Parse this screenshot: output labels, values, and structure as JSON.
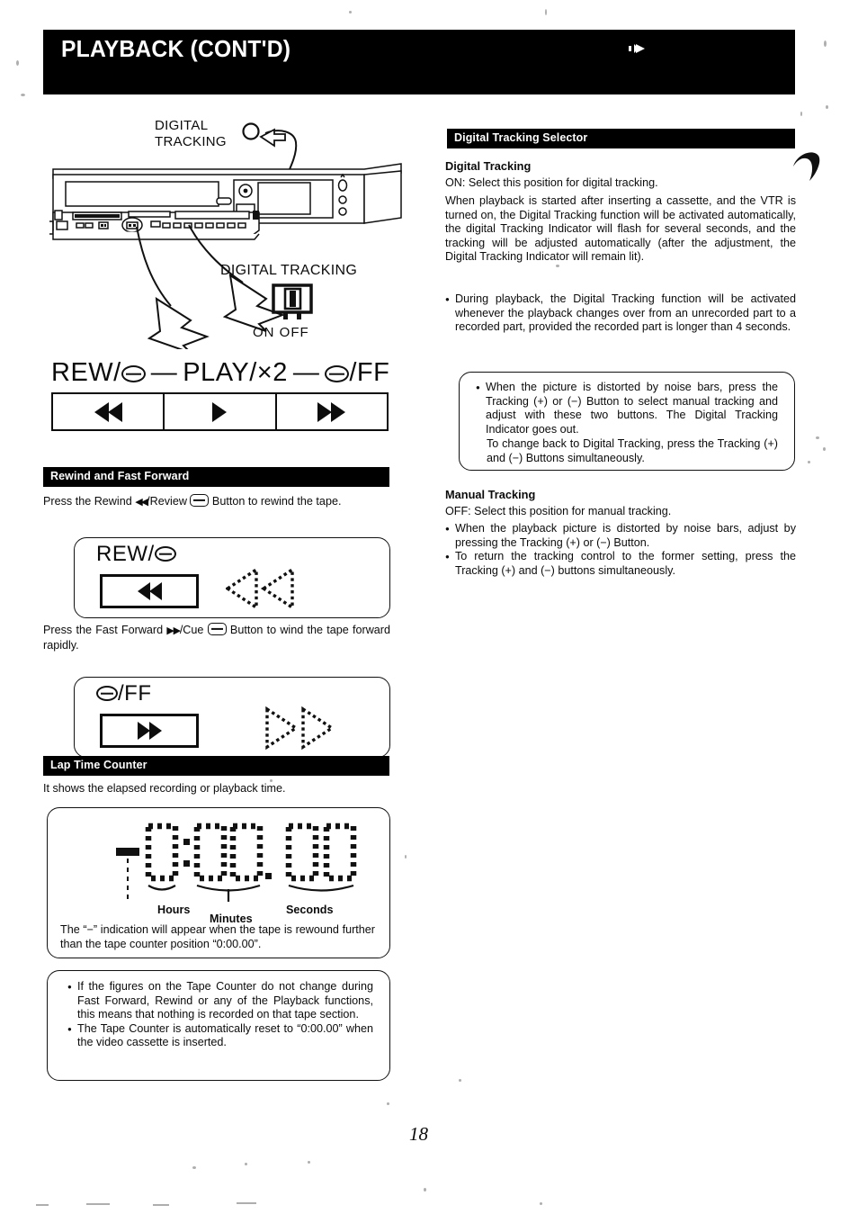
{
  "page": {
    "number": "18",
    "header_title": "PLAYBACK (CONT'D)",
    "header_mark": "▸▶"
  },
  "left_column": {
    "diagram": {
      "callout_top_line1": "DIGITAL",
      "callout_top_line2": "TRACKING",
      "switch_label": "DIGITAL TRACKING",
      "switch_on": "ON",
      "switch_off": "OFF",
      "switch_positions": "ON OFF"
    },
    "transport": {
      "label_rew": "REW/",
      "label_dash1": "—",
      "label_play": "PLAY/×2",
      "label_dash2": "—",
      "label_ff": "/FF",
      "buttons": [
        "rewind",
        "play",
        "fast-forward"
      ]
    },
    "rewind_ff_section": {
      "bar_title": "Rewind and Fast Forward",
      "paragraph_rewind_pre": "Press the Rewind ",
      "paragraph_rewind_mid": "/Review ",
      "paragraph_rewind_post": " Button to rewind the tape.",
      "rew_box_title": "REW/",
      "paragraph_ff_pre": "Press the Fast Forward ",
      "paragraph_ff_mid": "/Cue ",
      "paragraph_ff_post": " Button to wind the tape forward rapidly.",
      "ff_box_title": "/FF"
    },
    "lap_time_counter": {
      "bar_title": "Lap Time Counter",
      "intro": "It shows the elapsed recording or playback time.",
      "display_value": "-0:00.00",
      "caption_hours": "Hours",
      "caption_minutes": "Minutes",
      "caption_seconds": "Seconds",
      "note": "The “−” indication will appear when the tape is rewound further than the tape counter position “0:00.00”."
    },
    "notes_box": {
      "items": [
        "If the figures on the Tape Counter do not change during Fast Forward, Rewind or any of the Playback functions, this means that nothing is recorded on that tape section.",
        "The Tape Counter is automatically reset to “0:00.00” when the video cassette is inserted."
      ]
    }
  },
  "right_column": {
    "bar_title": "Digital Tracking Selector",
    "digital_tracking": {
      "heading": "Digital Tracking",
      "on_line": "ON:  Select this position for digital tracking.",
      "paragraph": "When playback is started after inserting a cassette, and the VTR is turned on, the Digital Tracking function will be activated automatically, the digital Tracking Indicator will flash for several seconds, and the tracking will be adjusted automatically (after the adjustment, the Digital Tracking Indicator will remain lit).",
      "bullets": [
        "During playback, the Digital Tracking function will be activated whenever the playback changes over from an unrecorded part to a recorded part, provided the recorded part is longer than 4 seconds."
      ]
    },
    "tracking_note_box": {
      "bullets": [
        "When the picture is distorted by noise bars, press the Tracking (+) or (−) Button to select manual tracking and adjust with these two buttons. The Digital Tracking Indicator goes out."
      ],
      "extra": "To change back to Digital Tracking, press the Tracking (+) and (−) Buttons simultaneously."
    },
    "manual_tracking": {
      "heading": "Manual Tracking",
      "off_line": "OFF:  Select this position for manual tracking.",
      "bullets": [
        "When the playback picture is distorted by noise bars, adjust by pressing the Tracking (+) or (−) Button.",
        "To return the tracking control to the former setting, press the Tracking (+) and (−) buttons simultaneously."
      ]
    }
  }
}
